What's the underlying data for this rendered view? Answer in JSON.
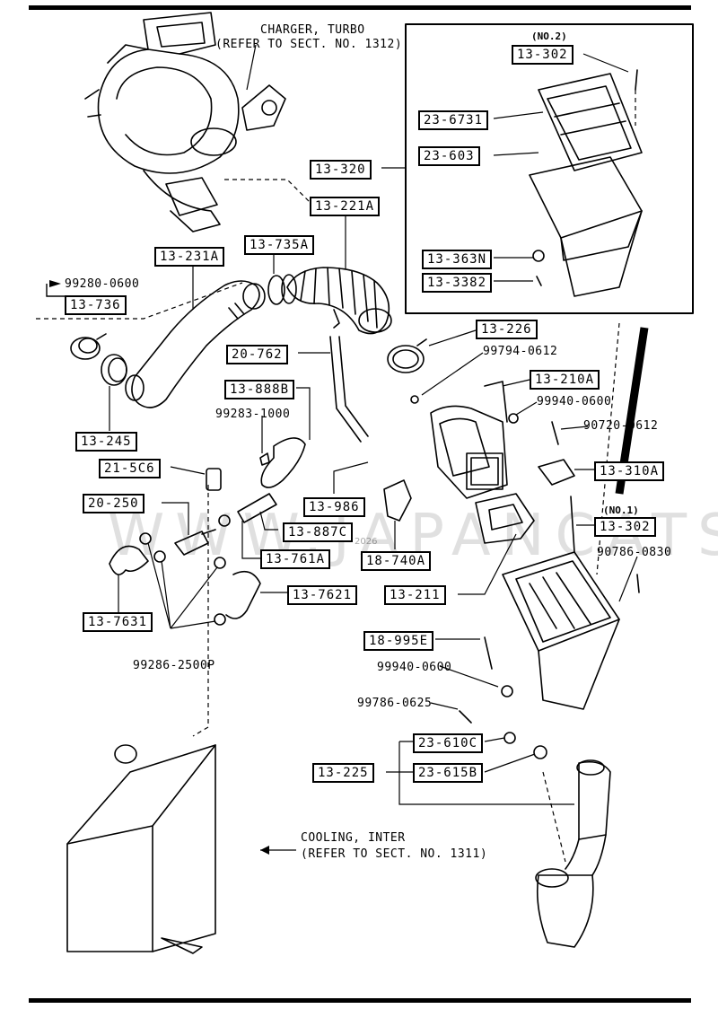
{
  "watermark": "WWW.JAPANCATS.RU",
  "watermark_year": "2026",
  "refs": {
    "turbo_line1": "CHARGER, TURBO",
    "turbo_line2": "(REFER TO SECT. NO. 1312)",
    "cooler_line1": "COOLING, INTER",
    "cooler_line2": "(REFER TO SECT. NO. 1311)"
  },
  "variants": {
    "no2": "(NO.2)",
    "no1": "(NO.1)"
  },
  "parts": {
    "p13_302_a": "13-302",
    "p23_6731": "23-6731",
    "p23_603": "23-603",
    "p13_320": "13-320",
    "p13_221a": "13-221A",
    "p13_363n": "13-363N",
    "p13_3382": "13-3382",
    "p13_231a": "13-231A",
    "p13_735a": "13-735A",
    "p13_736": "13-736",
    "p13_226": "13-226",
    "p20_762": "20-762",
    "p13_210a": "13-210A",
    "p13_888b": "13-888B",
    "p13_245": "13-245",
    "p21_5c6": "21-5C6",
    "p20_250": "20-250",
    "p13_986": "13-986",
    "p13_887c": "13-887C",
    "p13_310a": "13-310A",
    "p13_302_b": "13-302",
    "p13_761a": "13-761A",
    "p18_740a": "18-740A",
    "p13_7621": "13-7621",
    "p13_211": "13-211",
    "p13_7631": "13-7631",
    "p18_995e": "18-995E",
    "p23_610c": "23-610C",
    "p13_225": "13-225",
    "p23_615b": "23-615B"
  },
  "bolts": {
    "b99280_0600": "99280-0600",
    "b99794_0612": "99794-0612",
    "b99940_0600_a": "99940-0600",
    "b90720_0612": "90720-0612",
    "b99283_1000": "99283-1000",
    "b90786_0830": "90786-0830",
    "b99286_2500p": "99286-2500P",
    "b99940_0600_b": "99940-0600",
    "b99786_0625": "99786-0625"
  }
}
